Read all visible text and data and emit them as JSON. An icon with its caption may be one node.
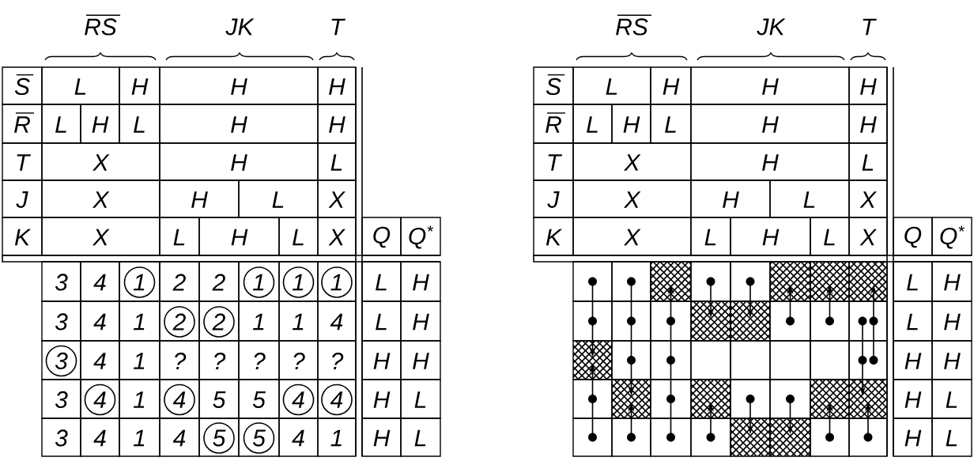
{
  "diagram": {
    "labels": [
      "RS",
      "JK",
      "T",
      "S",
      "L",
      "H",
      "H",
      "H",
      "R",
      "L",
      "H",
      "L",
      "H",
      "H",
      "T",
      "X",
      "H",
      "L",
      "J",
      "X",
      "H",
      "L",
      "X",
      "K",
      "X",
      "L",
      "H",
      "L",
      "X",
      "Q",
      "Q$^{*}$",
      "3",
      "4",
      "1",
      "2",
      "2",
      "1",
      "1",
      "1",
      "L",
      "H",
      "3",
      "4",
      "1",
      "2",
      "2",
      "1",
      "1",
      "4",
      "L",
      "H",
      "3",
      "4",
      "1",
      "?",
      "?",
      "?",
      "?",
      "?",
      "H",
      "H",
      "3",
      "4",
      "1",
      "4",
      "5",
      "5",
      "4",
      "4",
      "H",
      "L",
      "3",
      "4",
      "1",
      "4",
      "5",
      "5",
      "4",
      "1",
      "H",
      "L",
      "RS",
      "JK",
      "T",
      "S",
      "L",
      "H",
      "H",
      "H",
      "R",
      "L",
      "H",
      "L",
      "H",
      "H",
      "T",
      "X",
      "H",
      "L",
      "J",
      "X",
      "H",
      "L",
      "X",
      "K",
      "X",
      "L",
      "H",
      "L",
      "X",
      "Q",
      "Q$^{*}$",
      "L",
      "H",
      "L",
      "H",
      "H",
      "H",
      "H",
      "L",
      "H",
      "L"
    ]
  }
}
